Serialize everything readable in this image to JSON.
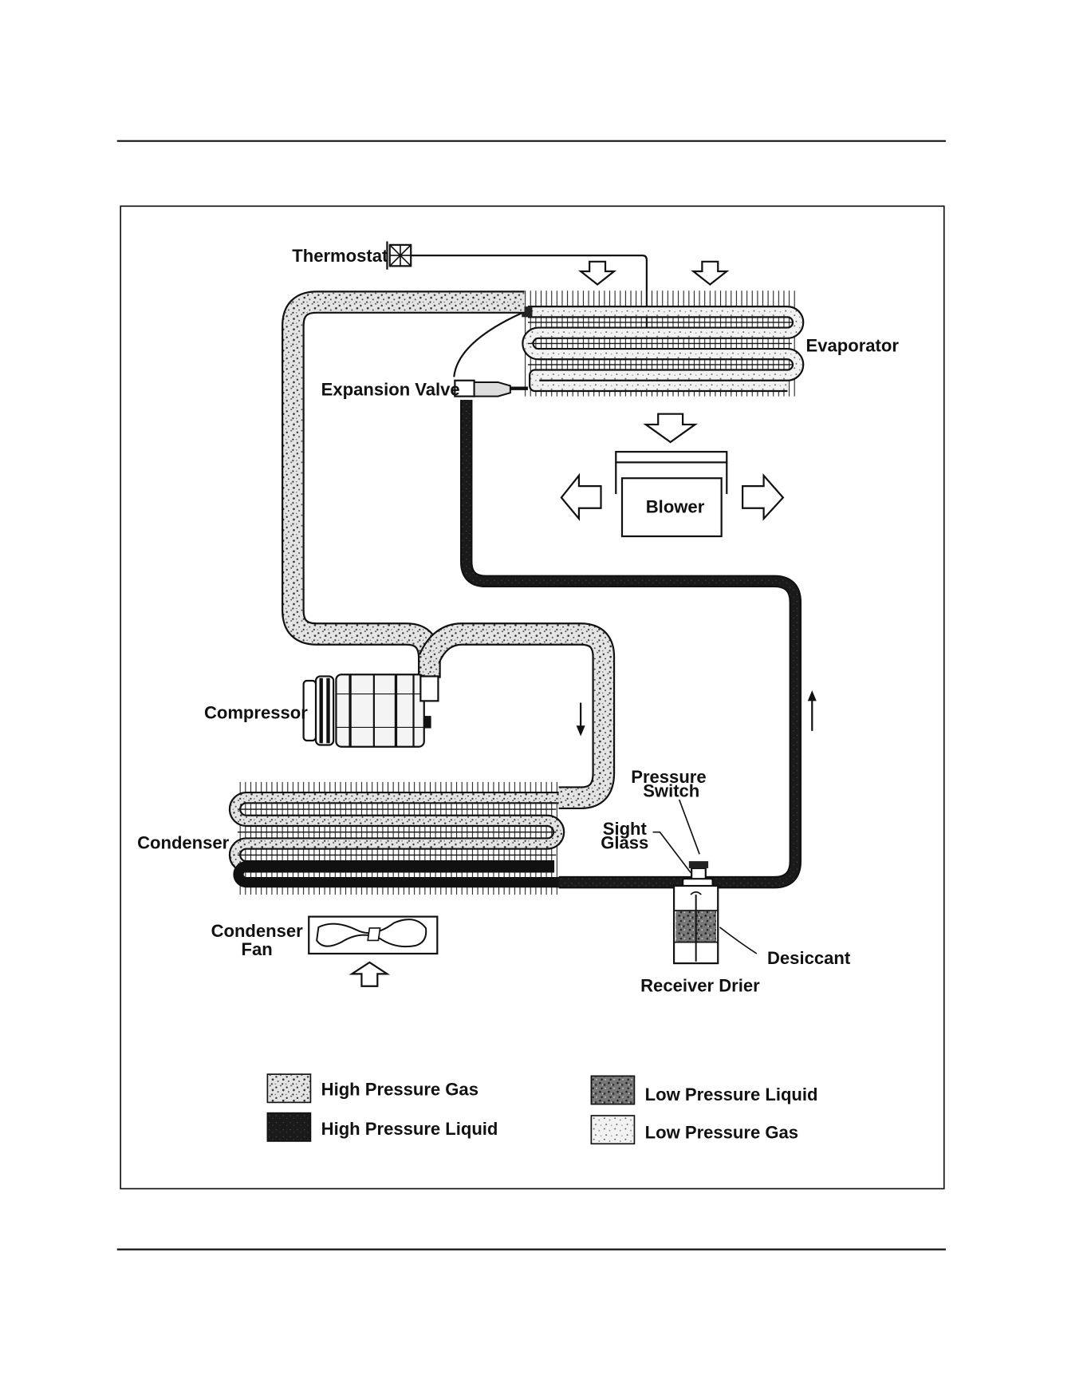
{
  "labels": {
    "thermostat": "Thermostat",
    "evaporator": "Evaporator",
    "expansion_valve": "Expansion Valve",
    "blower": "Blower",
    "compressor": "Compressor",
    "condenser": "Condenser",
    "condenser_fan_line1": "Condenser",
    "condenser_fan_line2": "Fan",
    "pressure_switch_line1": "Pressure",
    "pressure_switch_line2": "Switch",
    "sight_glass_line1": "Sight",
    "sight_glass_line2": "Glass",
    "desiccant": "Desiccant",
    "receiver_drier": "Receiver Drier"
  },
  "legend": [
    {
      "label": "High Pressure Gas",
      "pattern": "hp-gas"
    },
    {
      "label": "High Pressure Liquid",
      "pattern": "hp-liquid"
    },
    {
      "label": "Low Pressure Liquid",
      "pattern": "lp-liquid"
    },
    {
      "label": "Low Pressure Gas",
      "pattern": "lp-gas"
    }
  ],
  "colors": {
    "line": "#111111",
    "hp_liquid": "#1a1a1a",
    "background": "#ffffff"
  }
}
